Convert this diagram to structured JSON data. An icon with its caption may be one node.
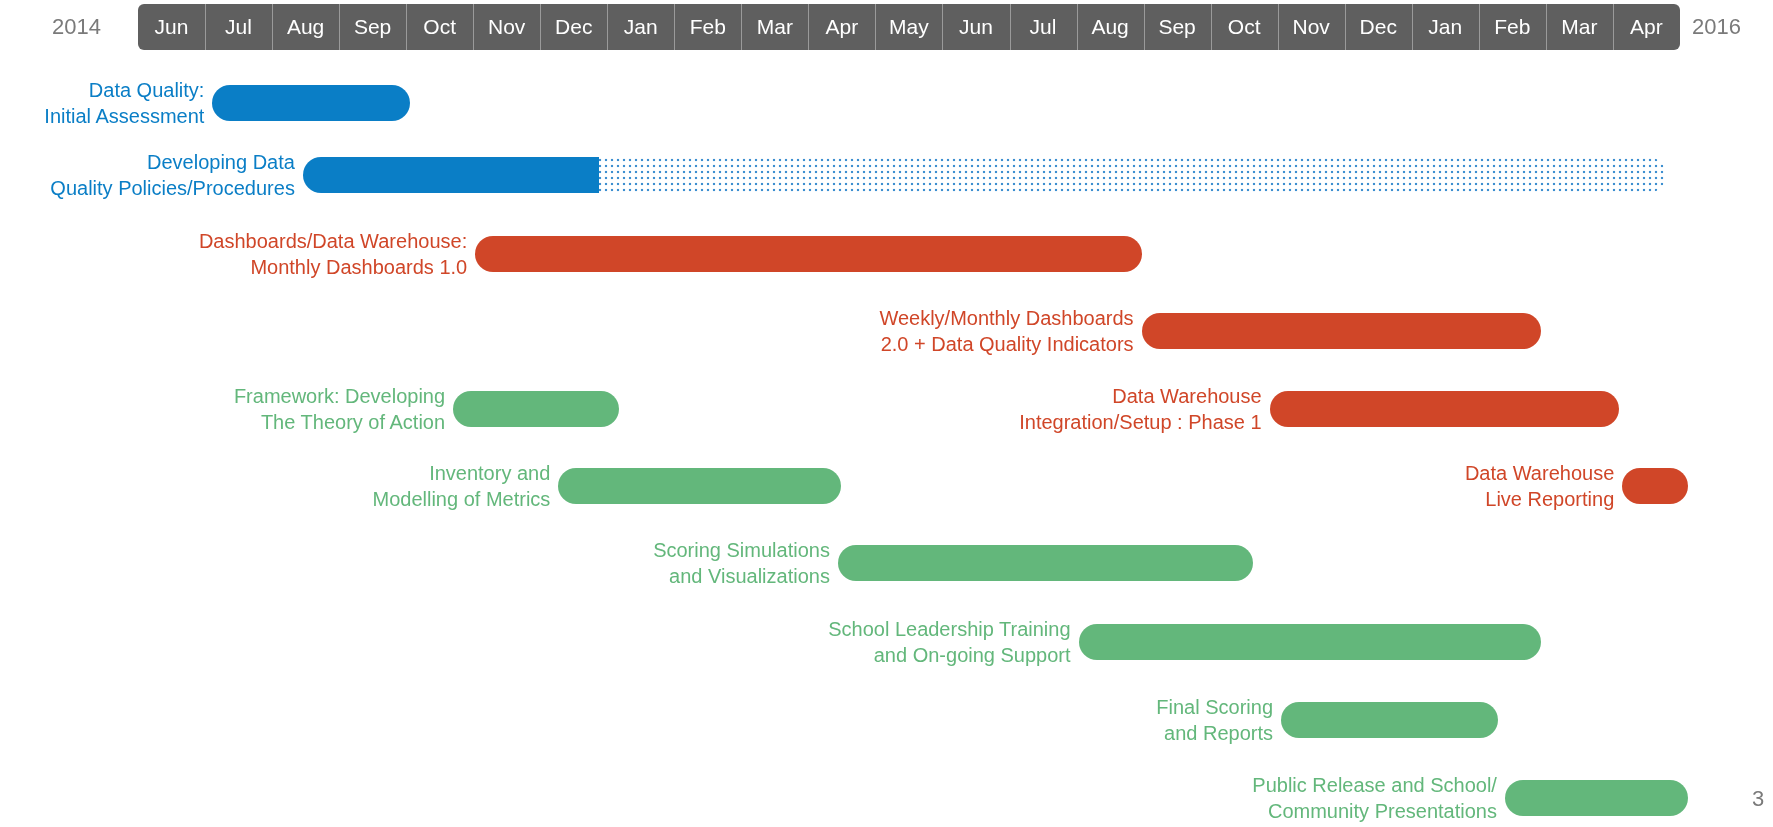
{
  "diagram": {
    "nodes": [
      {
        "text": [
          "Data Quality: Initial Assessment"
        ]
      },
      {
        "text": [
          "Developing Data Quality Policies/Procedures"
        ]
      },
      {
        "text": [
          "Dashboards/Data Warehouse: Monthly Dashboards 1.0"
        ]
      },
      {
        "text": [
          "Weekly/Monthly Dashboards 2.0 + Data Quality Indicators"
        ]
      },
      {
        "text": [
          "Framework: Developing The Theory of Action"
        ]
      },
      {
        "text": [
          "Data Warehouse Integration/Setup : Phase 1"
        ]
      },
      {
        "text": [
          "Inventory and Modelling of Metrics"
        ]
      },
      {
        "text": [
          "Data Warehouse Live Reporting"
        ]
      },
      {
        "text": [
          "Scoring Simulations and Visualizations"
        ]
      },
      {
        "text": [
          "School Leadership Training and On-going Support"
        ]
      },
      {
        "text": [
          "Final Scoring and Reports"
        ]
      },
      {
        "text": [
          "Public Release and School/ Community Presentations"
        ]
      }
    ],
    "labels": [
      "2014",
      "Jun",
      "Jul",
      "Aug",
      "Sep",
      "Oct",
      "Nov",
      "Dec",
      "Jan",
      "Feb",
      "Mar",
      "Apr",
      "May",
      "Jun",
      "Jul",
      "Aug",
      "Sep",
      "Oct",
      "Nov",
      "Dec",
      "Jan",
      "Feb",
      "Mar",
      "Apr",
      "2016",
      "3"
    ]
  }
}
